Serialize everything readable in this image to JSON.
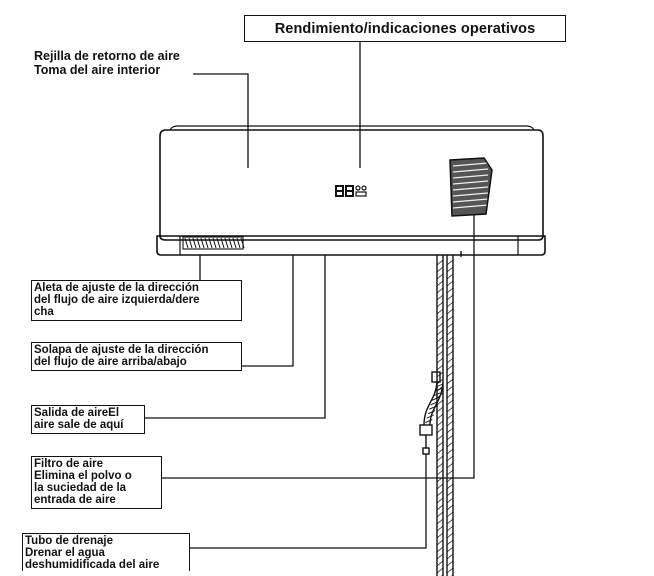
{
  "title": "Rendimiento/indicaciones operativos",
  "labels": {
    "return_grille": "Rejilla de retorno de aire\nToma del aire interior",
    "deflector_lr": "Aleta de ajuste de la dirección\ndel flujo de aire izquierda/dere\ncha",
    "flap_ud": "Solapa de ajuste de la dirección\ndel flujo de aire arriba/abajo",
    "air_outlet": "Salida de aireEl\naire sale de aquí",
    "filter": "Filtro de aire\nElimina el polvo o\nla suciedad de la\nentrada de aire",
    "drain": "Tubo de drenaje\nDrenar el agua\ndeshumidificada del aire"
  },
  "display_icon": "digital-display-icon",
  "colors": {
    "line": "#111111",
    "background": "#ffffff"
  }
}
